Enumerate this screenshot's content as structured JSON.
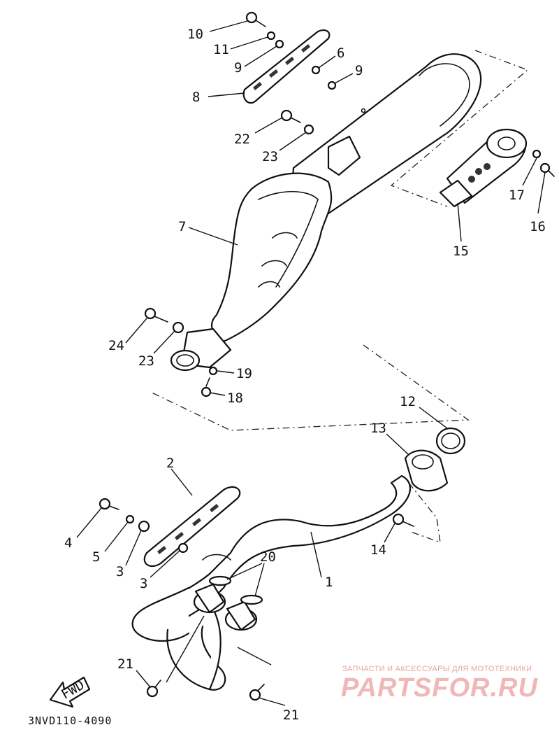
{
  "diagram_code": "3NVD110-4090",
  "fwd_label": "FWD",
  "watermark": {
    "tagline": "ЗАПЧАСТИ И АКСЕССУАРЫ ДЛЯ МОТОТЕХНИКИ",
    "logo": "PARTSFOR.RU"
  },
  "callouts": {
    "c1": "1",
    "c2": "2",
    "c3a": "3",
    "c3b": "3",
    "c4": "4",
    "c5": "5",
    "c6": "6",
    "c7": "7",
    "c8": "8",
    "c9a": "9",
    "c9b": "9",
    "c10": "10",
    "c11": "11",
    "c12": "12",
    "c13": "13",
    "c14": "14",
    "c15": "15",
    "c16": "16",
    "c17": "17",
    "c18": "18",
    "c19": "19",
    "c20": "20",
    "c21a": "21",
    "c21b": "21",
    "c22": "22",
    "c23a": "23",
    "c23b": "23",
    "c24": "24"
  }
}
